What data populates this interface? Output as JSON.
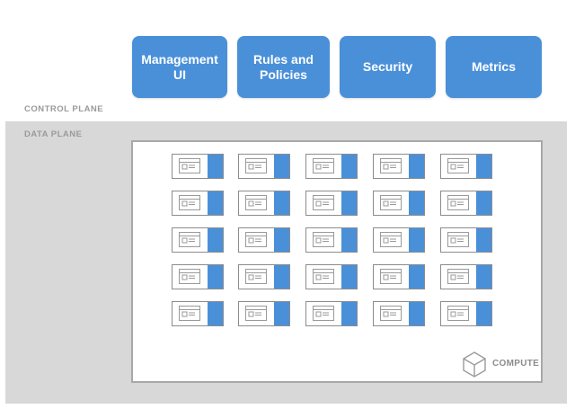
{
  "control_plane": {
    "label": "CONTROL PLANE",
    "components": [
      {
        "label": "Management\nUI"
      },
      {
        "label": "Rules and\nPolicies"
      },
      {
        "label": "Security"
      },
      {
        "label": "Metrics"
      }
    ]
  },
  "data_plane": {
    "label": "DATA PLANE",
    "compute_label": "COMPUTE",
    "pod_grid": {
      "rows": 5,
      "columns": 5
    },
    "pod_icon": "app-window-icon",
    "sidecar_icon": "sidecar-proxy"
  },
  "colors": {
    "accent": "#4a90d9",
    "data_plane_bg": "#d8d8d8",
    "label_gray": "#9a9a9a"
  }
}
